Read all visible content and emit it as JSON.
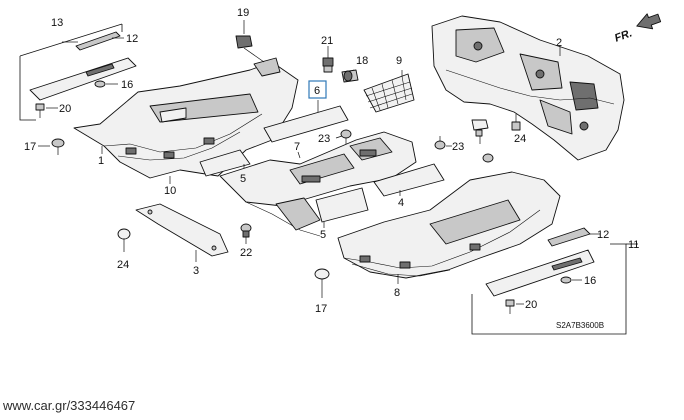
{
  "callouts": {
    "c13": "13",
    "c12a": "12",
    "c16a": "16",
    "c20a": "20",
    "c17a": "17",
    "c10": "10",
    "c19": "19",
    "c21": "21",
    "c18": "18",
    "c9": "9",
    "c6": "6",
    "c23a": "23",
    "c7": "7",
    "c5a": "5",
    "c1": "1",
    "c23b": "23",
    "c24a": "24",
    "c22": "22",
    "c3": "3",
    "c24b": "24",
    "c4": "4",
    "c5b": "5",
    "c2": "2",
    "c12b": "12",
    "c11": "11",
    "c16b": "16",
    "c20b": "20",
    "c17b": "17",
    "c8": "8"
  },
  "direction_label": "FR.",
  "part_code": "S2A7B3600B",
  "watermark": "www.car.gr/333446467",
  "colors": {
    "highlight_box": "#2f78b7",
    "line": "#111111"
  },
  "icons": {
    "front_arrow": "fr-arrow-icon"
  }
}
